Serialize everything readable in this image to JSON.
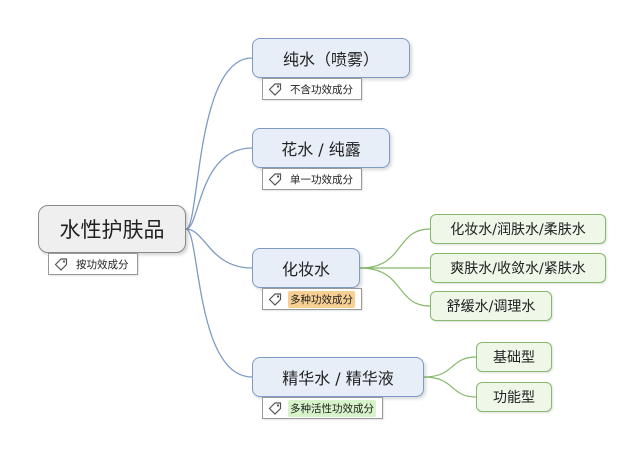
{
  "root": {
    "label": "水性护肤品",
    "tag": "按功效成分"
  },
  "branches": [
    {
      "label": "纯水（喷雾）",
      "tag": "不含功效成分",
      "tag_highlight": ""
    },
    {
      "label": "花水 / 纯露",
      "tag": "单一功效成分",
      "tag_highlight": ""
    },
    {
      "label": "化妆水",
      "tag": "多种功效成分",
      "tag_highlight": "#f8cf93",
      "children": [
        "化妆水/润肤水/柔肤水",
        "爽肤水/收敛水/紧肤水",
        "舒缓水/调理水"
      ]
    },
    {
      "label": "精华水 / 精华液",
      "tag": "多种活性功效成分",
      "tag_highlight": "#d7f3c9",
      "children": [
        "基础型",
        "功能型"
      ]
    }
  ],
  "colors": {
    "connector": "#7d9bc4",
    "leaf_connector": "#86b96c"
  },
  "icons": {
    "tag": "tag-icon"
  }
}
